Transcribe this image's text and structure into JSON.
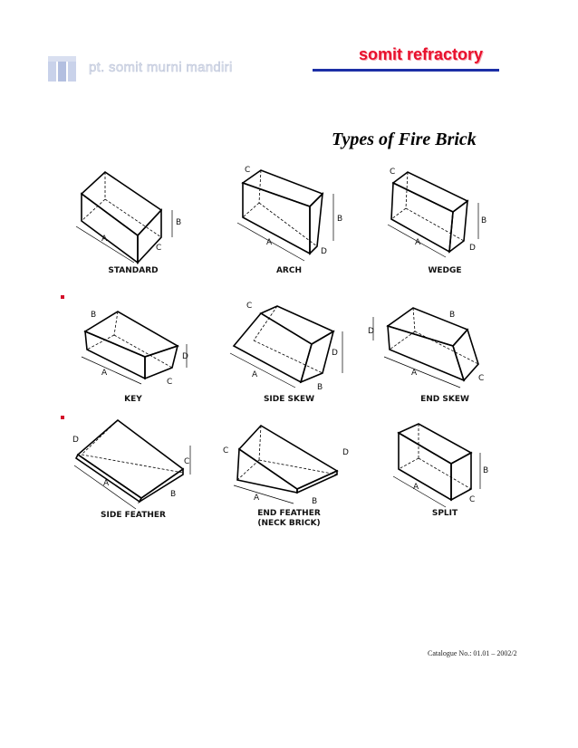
{
  "header": {
    "logo_icon": "refractory-brick-logo-icon",
    "company_name": "pt. somit murni mandiri",
    "brand": "somit refractory",
    "brand_color": "#e8102c",
    "rule_color": "#1c2fa6"
  },
  "title": "Types of Fire Brick",
  "bricks": [
    {
      "label": "STANDARD",
      "dims": [
        "A",
        "B",
        "C"
      ]
    },
    {
      "label": "ARCH",
      "dims": [
        "A",
        "B",
        "C",
        "D"
      ]
    },
    {
      "label": "WEDGE",
      "dims": [
        "A",
        "B",
        "C",
        "D"
      ]
    },
    {
      "label": "KEY",
      "dims": [
        "A",
        "B",
        "C",
        "D"
      ]
    },
    {
      "label": "SIDE SKEW",
      "dims": [
        "A",
        "B",
        "C",
        "D"
      ]
    },
    {
      "label": "END SKEW",
      "dims": [
        "A",
        "B",
        "C",
        "D"
      ]
    },
    {
      "label": "SIDE FEATHER",
      "dims": [
        "A",
        "B",
        "C",
        "D"
      ]
    },
    {
      "label": "END FEATHER\n(NECK BRICK)",
      "dims": [
        "A",
        "B",
        "C",
        "D"
      ]
    },
    {
      "label": "SPLIT",
      "dims": [
        "A",
        "B",
        "C"
      ]
    }
  ],
  "footer": {
    "catalogue": "Catalogue No.: 01.01 – 2002/2"
  }
}
